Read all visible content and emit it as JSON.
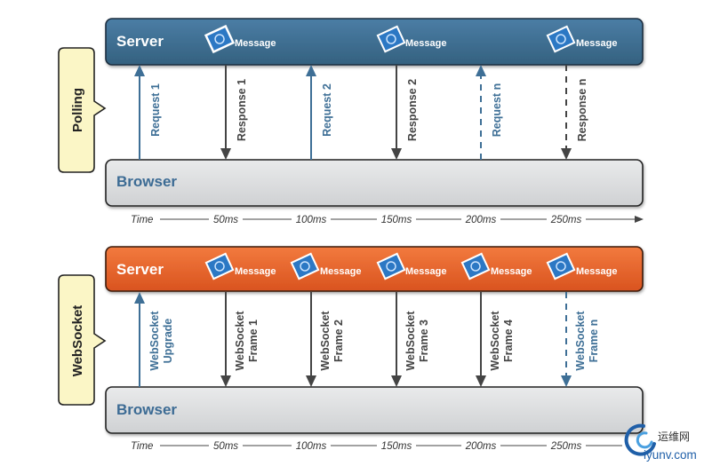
{
  "panels": [
    {
      "id": "polling",
      "side_label": "Polling",
      "server_label": "Server",
      "browser_label": "Browser",
      "server_color": "#3e6f96",
      "messages": [
        "Message",
        "Message",
        "Message"
      ],
      "arrows": [
        {
          "label": "Request 1",
          "direction": "up",
          "style": "solid",
          "color": "#3e6f96"
        },
        {
          "label": "Response 1",
          "direction": "down",
          "style": "solid",
          "color": "#444444"
        },
        {
          "label": "Request 2",
          "direction": "up",
          "style": "solid",
          "color": "#3e6f96"
        },
        {
          "label": "Response 2",
          "direction": "down",
          "style": "solid",
          "color": "#444444"
        },
        {
          "label": "Request n",
          "italic_suffix": "n",
          "direction": "up",
          "style": "dashed",
          "color": "#3e6f96"
        },
        {
          "label": "Response n",
          "italic_suffix": "n",
          "direction": "down",
          "style": "dashed",
          "color": "#444444"
        }
      ],
      "timeline": [
        "Time",
        "50ms",
        "100ms",
        "150ms",
        "200ms",
        "250ms"
      ]
    },
    {
      "id": "websocket",
      "side_label": "WebSocket",
      "server_label": "Server",
      "browser_label": "Browser",
      "server_color": "#e8622e",
      "messages": [
        "Message",
        "Message",
        "Message",
        "Message",
        "Message"
      ],
      "arrows": [
        {
          "label": [
            "WebSocket",
            "Upgrade"
          ],
          "direction": "up",
          "style": "solid",
          "color": "#3e6f96"
        },
        {
          "label": [
            "WebSocket",
            "Frame 1"
          ],
          "direction": "down",
          "style": "solid",
          "color": "#444444"
        },
        {
          "label": [
            "WebSocket",
            "Frame 2"
          ],
          "direction": "down",
          "style": "solid",
          "color": "#444444"
        },
        {
          "label": [
            "WebSocket",
            "Frame 3"
          ],
          "direction": "down",
          "style": "solid",
          "color": "#444444"
        },
        {
          "label": [
            "WebSocket",
            "Frame 4"
          ],
          "direction": "down",
          "style": "solid",
          "color": "#444444"
        },
        {
          "label": [
            "WebSocket",
            "Frame n"
          ],
          "italic_suffix": "n",
          "direction": "down",
          "style": "dashed",
          "color": "#3e6f96"
        }
      ],
      "timeline": [
        "Time",
        "50ms",
        "100ms",
        "150ms",
        "200ms",
        "250ms"
      ]
    }
  ],
  "watermark": {
    "cn": "运维网",
    "url": "iyunv.com"
  },
  "colors": {
    "browser_fill": "#d9dadb",
    "callout_fill": "#fbf6c6",
    "accent_blue": "#3e6f96"
  }
}
